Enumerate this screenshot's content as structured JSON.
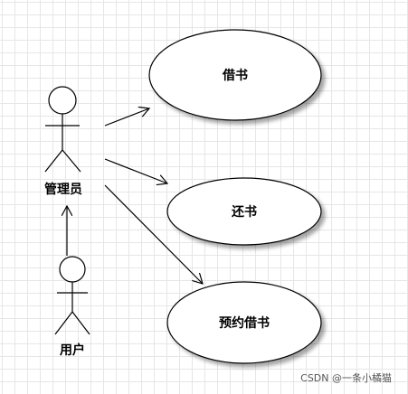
{
  "actors": {
    "admin": {
      "label": "管理员"
    },
    "user": {
      "label": "用户"
    }
  },
  "use_cases": {
    "borrow": {
      "label": "借书"
    },
    "return": {
      "label": "还书"
    },
    "reserve": {
      "label": "预约借书"
    }
  },
  "watermark": "CSDN @一条小橘猫"
}
